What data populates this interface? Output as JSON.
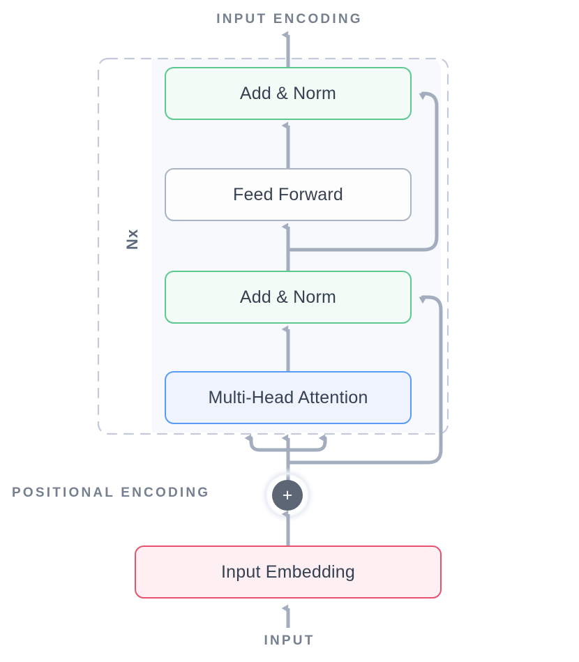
{
  "diagram": {
    "title_top": "INPUT ENCODING",
    "title_bottom": "INPUT",
    "positional_encoding_label": "POSITIONAL ENCODING",
    "repeat_label": "Nx",
    "plus_symbol": "+"
  },
  "nodes": {
    "add_norm_top": "Add & Norm",
    "feed_forward": "Feed Forward",
    "add_norm_bottom": "Add & Norm",
    "multi_head_attention": "Multi-Head Attention",
    "input_embedding": "Input Embedding"
  },
  "colors": {
    "add_norm_border": "#5cc98e",
    "add_norm_fill": "#f2fbf6",
    "feed_forward_border": "#a9b4c6",
    "feed_forward_fill": "#fdfdfe",
    "attention_border": "#5b9bf8",
    "attention_fill": "#eef3fd",
    "embedding_border": "#e8526f",
    "embedding_fill": "#fdeff2",
    "arrow": "#a3adbe",
    "dashed_border": "#c3cbdb",
    "panel_fill": "#f7f9fc",
    "label_text": "#76808f",
    "node_text": "#364152",
    "plus_circle": "#5c6675"
  }
}
